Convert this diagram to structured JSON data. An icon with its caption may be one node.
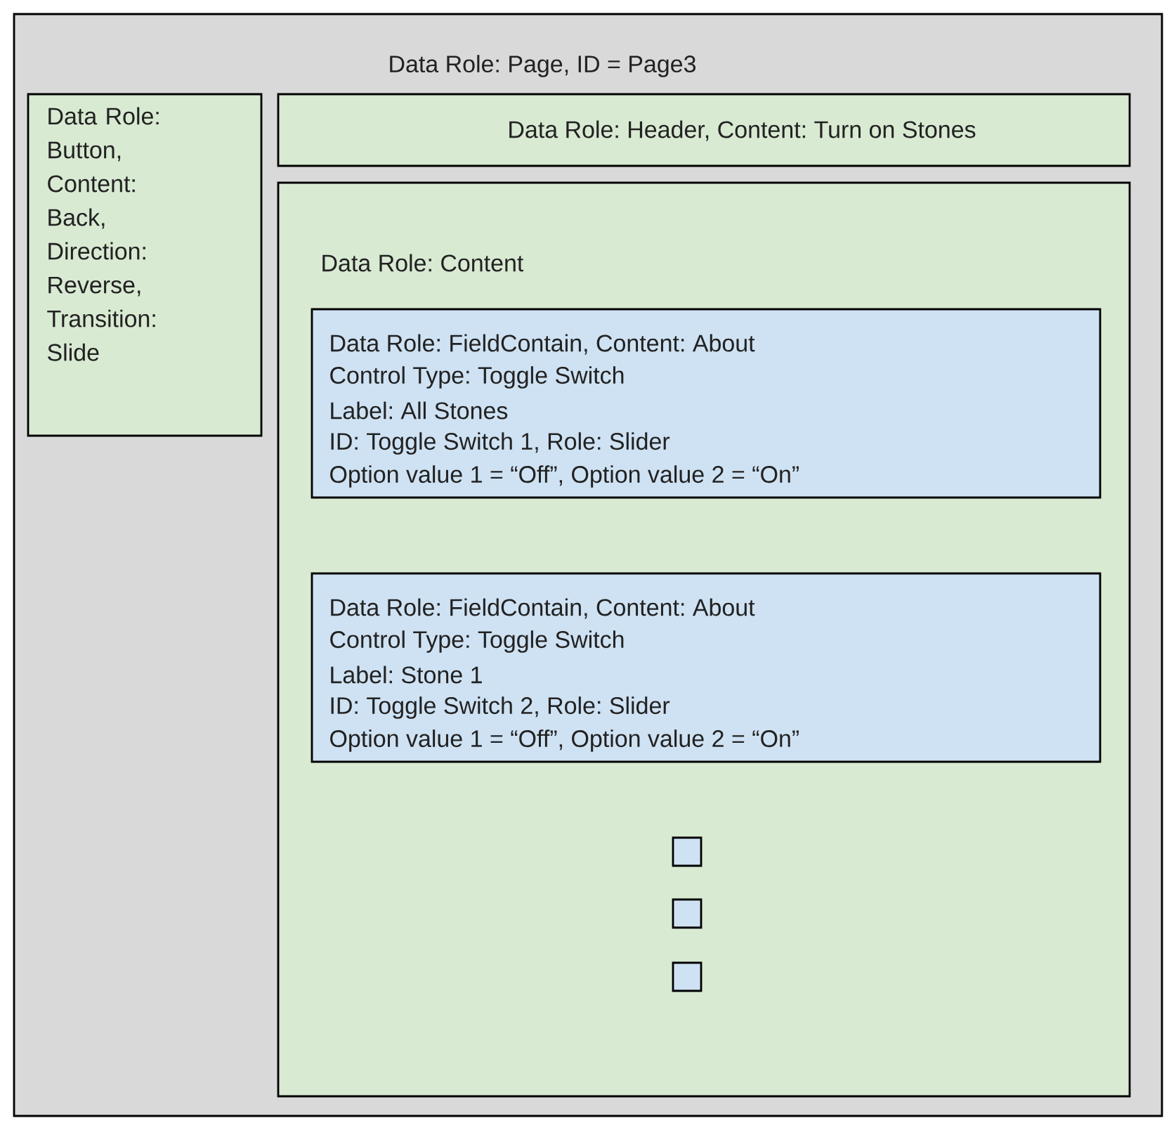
{
  "diagram": {
    "nodes": [
      {
        "text": [
          "Data Role: Page, ID = Page3"
        ]
      },
      {
        "text": [
          "Data Role: Button, Content: Back, Direction: Reverse, Transition: Slide"
        ],
        "in": 0
      },
      {
        "text": [
          "Data Role: Header, Content: Turn on Stones"
        ],
        "in": 0
      },
      {
        "text": [
          "Data Role: Content"
        ],
        "in": 0
      },
      {
        "text": [
          "Data Role: FieldContain, Content: About",
          "Control Type: Toggle Switch",
          "Label: All Stones",
          "ID: Toggle Switch 1, Role: Slider",
          "Option value 1 = “Off”, Option value 2 = “On”"
        ],
        "in": 3
      },
      {
        "text": [
          "Data Role: FieldContain, Content: About",
          "Control Type: Toggle Switch",
          "Label: Stone 1",
          "ID: Toggle Switch 2, Role: Slider",
          "Option value 1 = “Off”, Option value 2 = “On”"
        ],
        "in": 3
      },
      {
        "text": [],
        "shape": "box",
        "in": 3
      },
      {
        "text": [],
        "shape": "box",
        "in": 3
      },
      {
        "text": [],
        "shape": "box",
        "in": 3
      }
    ]
  }
}
